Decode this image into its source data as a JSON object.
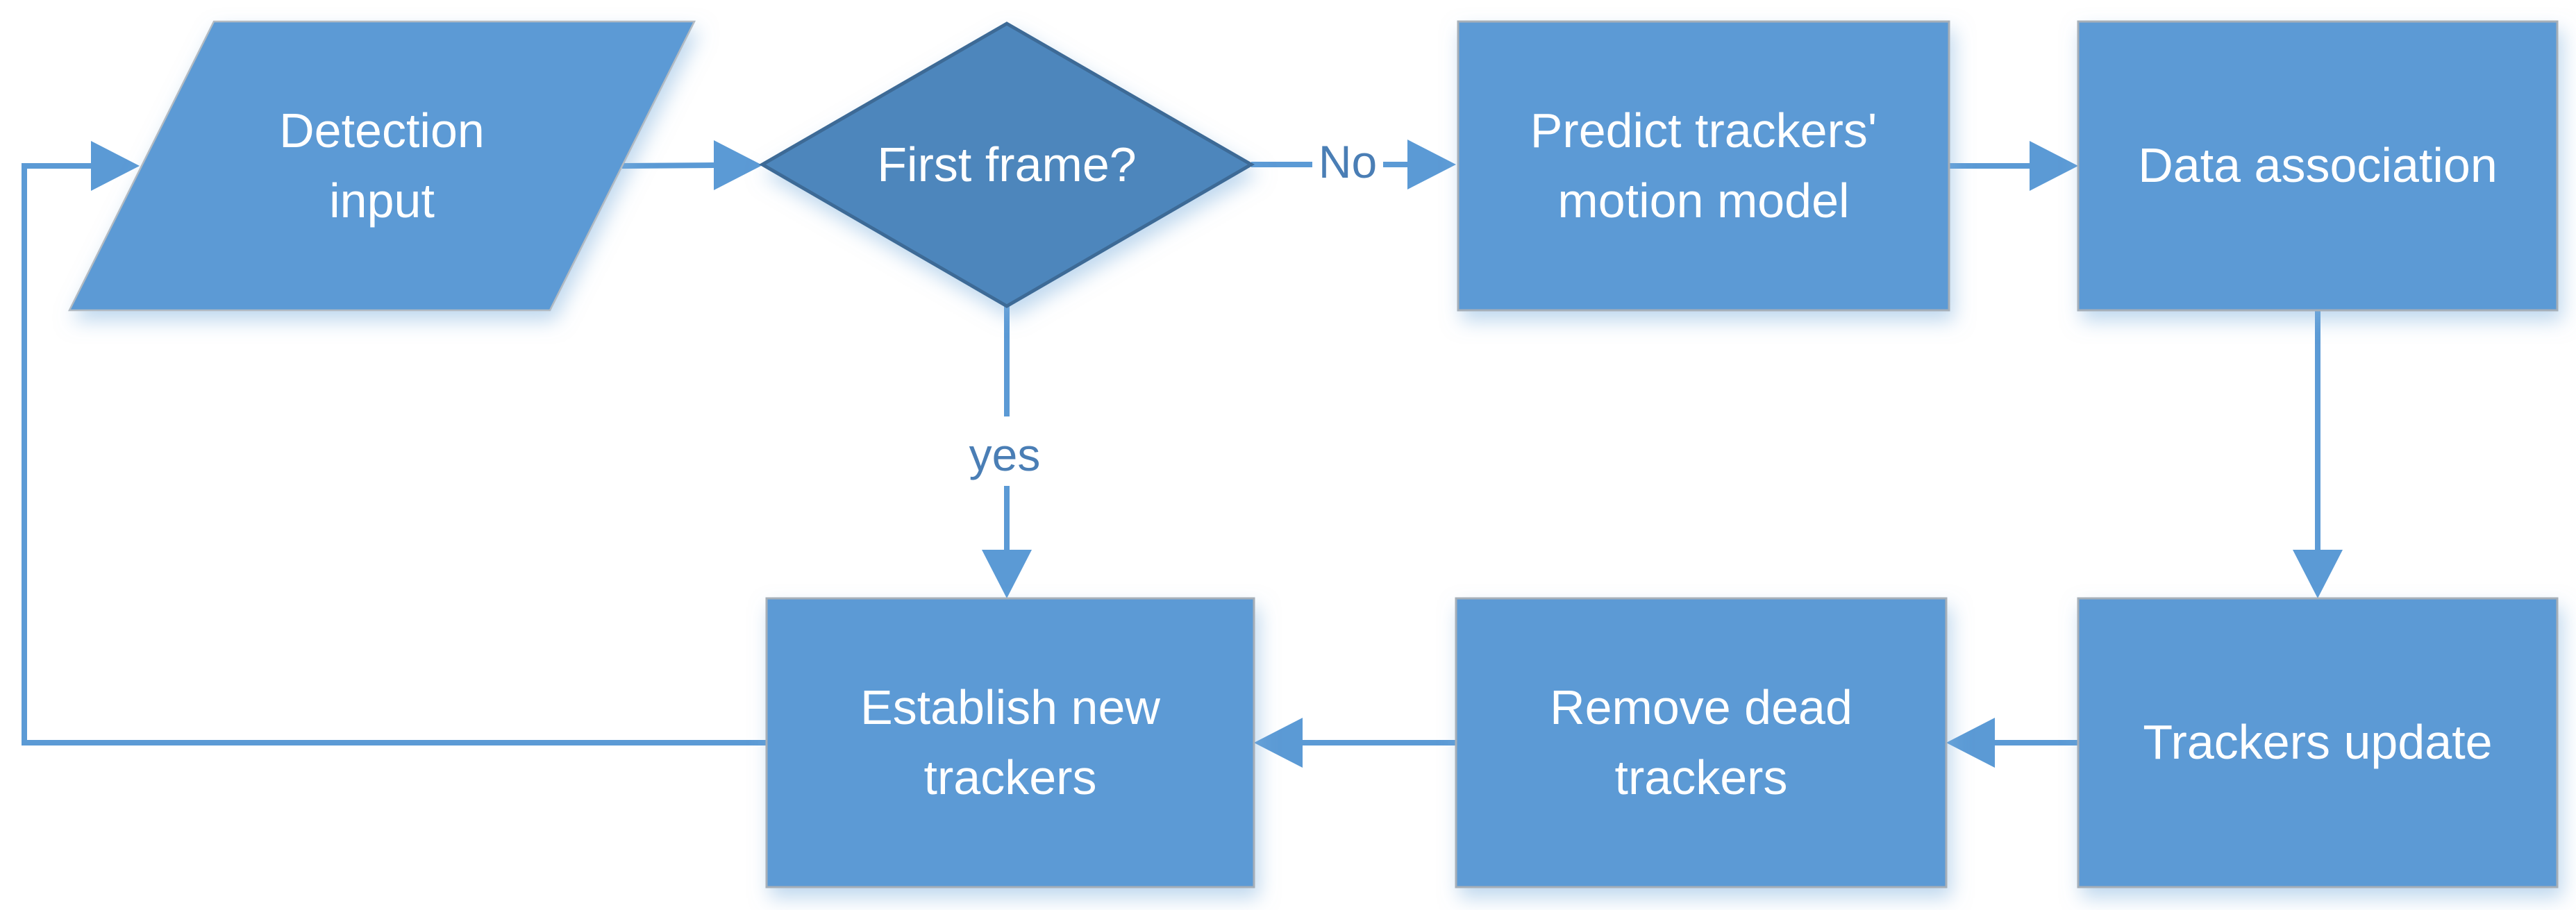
{
  "diagram": {
    "type": "flowchart",
    "background": "#ffffff",
    "nodes": [
      {
        "id": "detection-input",
        "shape": "parallelogram",
        "lines": [
          "Detection",
          "input"
        ],
        "text": "Detection input"
      },
      {
        "id": "first-frame",
        "shape": "diamond",
        "lines": [
          "First frame?"
        ],
        "text": "First frame?"
      },
      {
        "id": "predict-motion",
        "shape": "rectangle",
        "lines": [
          "Predict trackers'",
          "motion model"
        ],
        "text": "Predict trackers' motion model"
      },
      {
        "id": "data-association",
        "shape": "rectangle",
        "lines": [
          "Data association"
        ],
        "text": "Data association"
      },
      {
        "id": "establish-new",
        "shape": "rectangle",
        "lines": [
          "Establish new",
          "trackers"
        ],
        "text": "Establish new trackers"
      },
      {
        "id": "remove-dead",
        "shape": "rectangle",
        "lines": [
          "Remove dead",
          "trackers"
        ],
        "text": "Remove dead trackers"
      },
      {
        "id": "trackers-update",
        "shape": "rectangle",
        "lines": [
          "Trackers update"
        ],
        "text": "Trackers update"
      }
    ],
    "edges": [
      {
        "from": "detection-input",
        "to": "first-frame",
        "label": ""
      },
      {
        "from": "first-frame",
        "to": "predict-motion",
        "label": "No"
      },
      {
        "from": "predict-motion",
        "to": "data-association",
        "label": ""
      },
      {
        "from": "data-association",
        "to": "trackers-update",
        "label": ""
      },
      {
        "from": "trackers-update",
        "to": "remove-dead",
        "label": ""
      },
      {
        "from": "remove-dead",
        "to": "establish-new",
        "label": ""
      },
      {
        "from": "first-frame",
        "to": "establish-new",
        "label": "yes"
      },
      {
        "from": "establish-new",
        "to": "detection-input",
        "label": ""
      }
    ],
    "colors": {
      "process_fill": "#5b9ad5",
      "decision_fill": "#4e86bc",
      "decision_border": "#3d6b96",
      "process_border": "#a6afb8",
      "connector": "#5b9ad5",
      "node_text": "#ffffff",
      "edge_label_text": "#4a7eb5",
      "shadow": "#7fb0de"
    }
  }
}
